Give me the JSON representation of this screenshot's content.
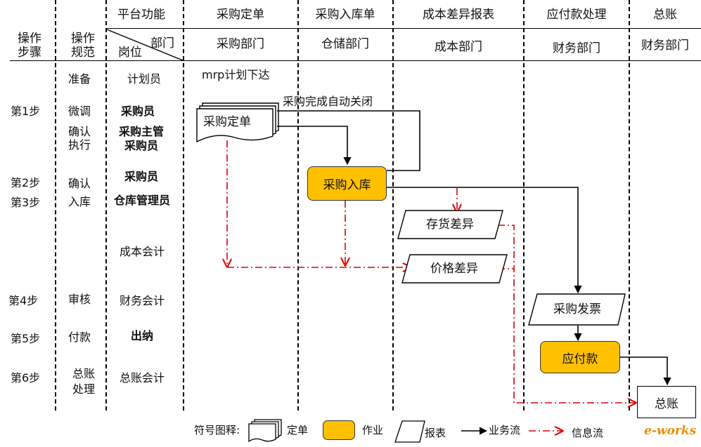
{
  "header": {
    "platform_function": "平台功能",
    "departments_label": "部门",
    "position_label": "岗位",
    "step_label": "操作\n步骤",
    "spec_label": "操作\n规范",
    "columns": [
      {
        "function": "采购定单",
        "department": "采购部门"
      },
      {
        "function": "采购入库单",
        "department": "仓储部门"
      },
      {
        "function": "成本差异报表",
        "department": "成本部门"
      },
      {
        "function": "应付款处理",
        "department": "财务部门"
      },
      {
        "function": "总账",
        "department": "财务部门"
      }
    ]
  },
  "rows": {
    "steps": [
      "第1步",
      "第2步",
      "第3步",
      "第4步",
      "第5步",
      "第6步"
    ],
    "specs": [
      "准备",
      "微调",
      "确认\n执行",
      "确认\n入库",
      "审核",
      "付款",
      "总账\n处理"
    ],
    "positions": [
      "计划员",
      "采购员",
      "采购主管\n采购员",
      "采购员",
      "仓库管理员",
      "成本会计",
      "财务会计",
      "出纳",
      "总账会计"
    ]
  },
  "flow": {
    "mrp_label": "mrp计划下达",
    "auto_close_label": "采购完成自动关闭",
    "nodes": {
      "purchase_order": "采购定单",
      "purchase_receipt": "采购入库",
      "inventory_variance": "存货差异",
      "price_variance": "价格差异",
      "purchase_invoice": "采购发票",
      "payable": "应付款",
      "general_ledger": "总账"
    }
  },
  "legend": {
    "title": "符号图释:",
    "order": "定单",
    "task": "作业",
    "report": "报表",
    "business_flow": "业务流",
    "info_flow": "信息流"
  },
  "logo": "e-works",
  "colors": {
    "task_fill": "#ffc000",
    "info_flow": "#e00000",
    "business_flow": "#000000"
  }
}
